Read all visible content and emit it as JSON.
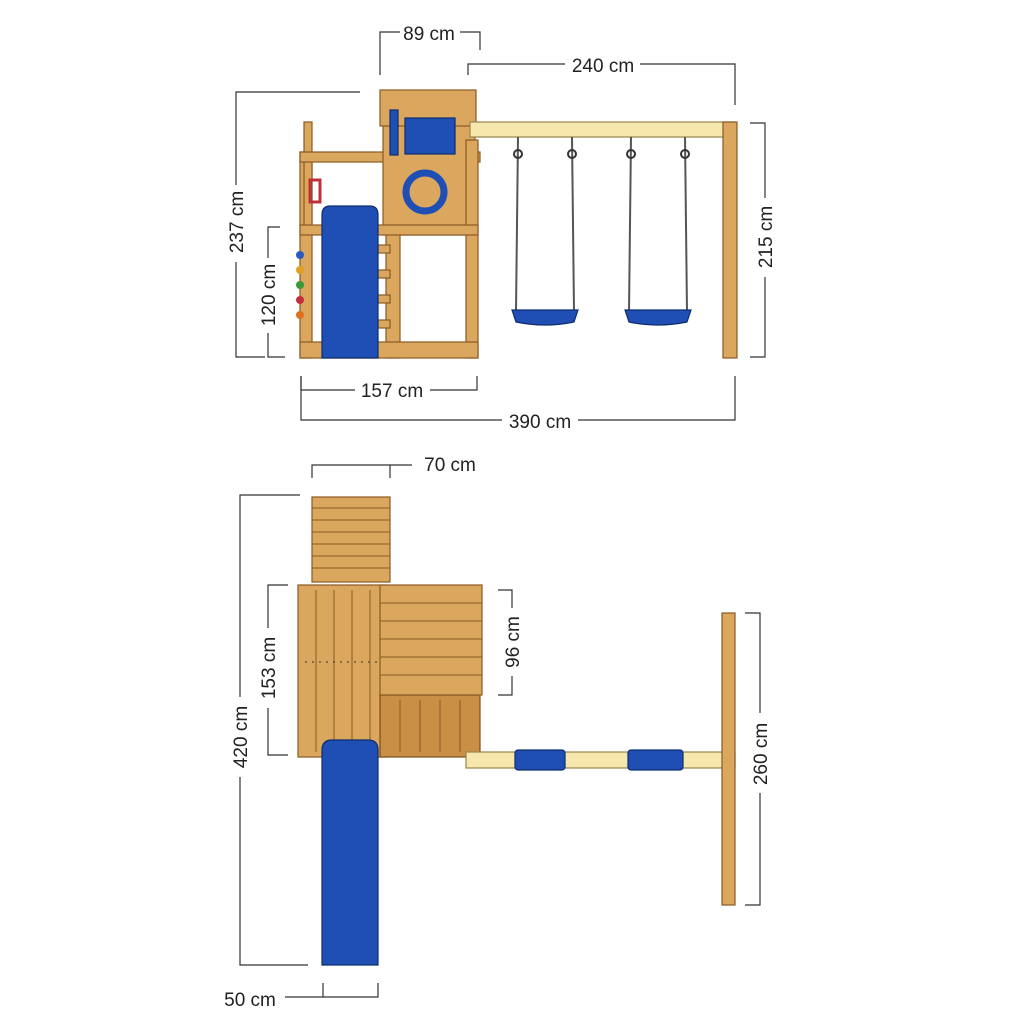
{
  "top_view": {
    "dimensions": {
      "roof_width": "89 cm",
      "swing_beam_length": "240 cm",
      "total_height": "237 cm",
      "platform_height": "120 cm",
      "swing_height": "215 cm",
      "tower_width": "157 cm",
      "total_width": "390 cm"
    }
  },
  "bottom_view": {
    "dimensions": {
      "ladder_width": "70 cm",
      "tower_depth": "153 cm",
      "deck_depth": "96 cm",
      "total_length": "420 cm",
      "swing_frame_length": "260 cm",
      "slide_width": "50 cm"
    }
  },
  "colors": {
    "wood": "#dba65e",
    "slide": "#1f4fb4",
    "beam": "#f6e8ad"
  }
}
